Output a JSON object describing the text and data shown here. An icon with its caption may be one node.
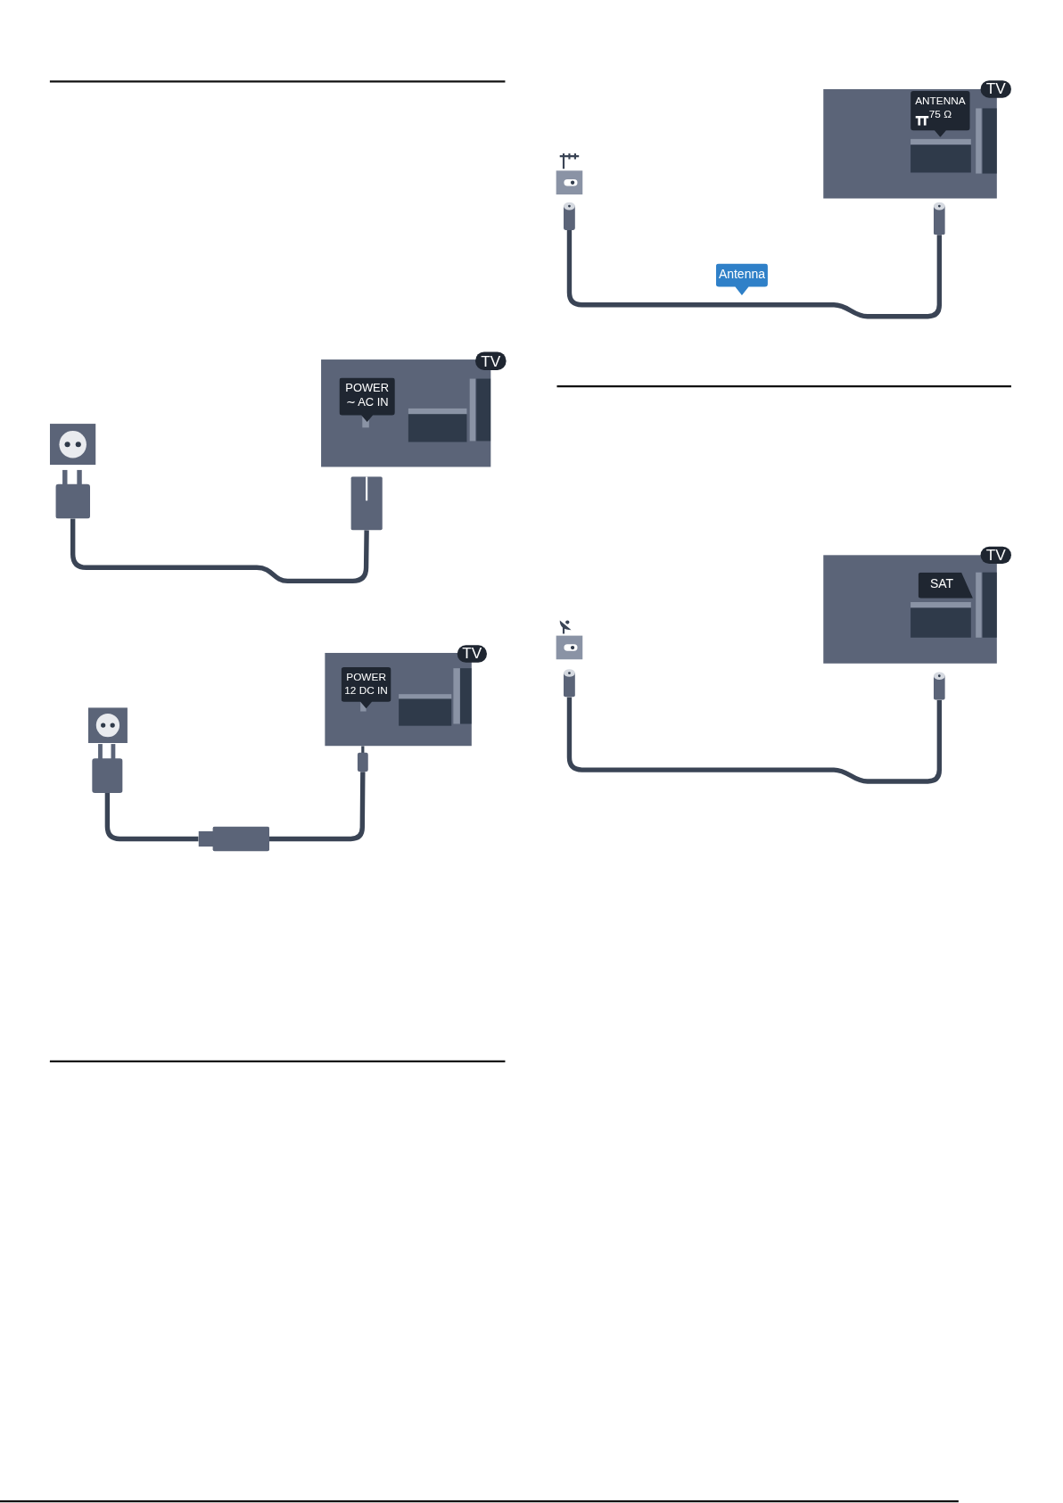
{
  "diagram": {
    "nodes": [
      {
        "text": [
          "TV"
        ]
      },
      {
        "text": [
          "POWER ∼ AC IN"
        ],
        "in": 0
      },
      {
        "text": [],
        "shape": "box"
      },
      {
        "text": [],
        "shape": "box"
      },
      {
        "text": [],
        "shape": "box"
      },
      {
        "text": [
          "TV"
        ]
      },
      {
        "text": [
          "POWER 12 DC IN"
        ],
        "in": 5
      },
      {
        "text": [],
        "shape": "box"
      },
      {
        "text": [],
        "shape": "box"
      },
      {
        "text": [],
        "shape": "box"
      },
      {
        "text": [],
        "shape": "box"
      },
      {
        "text": [
          "TV"
        ]
      },
      {
        "text": [
          "ANTENNA 75 Ω"
        ],
        "in": 11
      },
      {
        "text": [],
        "shape": "box"
      },
      {
        "text": [],
        "shape": "cylinder"
      },
      {
        "text": [],
        "shape": "cylinder"
      },
      {
        "text": [
          "TV"
        ]
      },
      {
        "text": [
          "SAT"
        ],
        "in": 16
      },
      {
        "text": [],
        "shape": "box"
      },
      {
        "text": [],
        "shape": "cylinder"
      },
      {
        "text": [],
        "shape": "cylinder"
      }
    ],
    "edges": [
      {
        "from": 3,
        "to": 4,
        "arrow": "none"
      },
      {
        "from": 8,
        "to": 9,
        "arrow": "none"
      },
      {
        "from": 9,
        "to": 10,
        "arrow": "none"
      },
      {
        "from": 14,
        "to": 15,
        "arrow": "none",
        "label": "Antenna"
      },
      {
        "from": 19,
        "to": 20,
        "arrow": "none"
      }
    ]
  }
}
